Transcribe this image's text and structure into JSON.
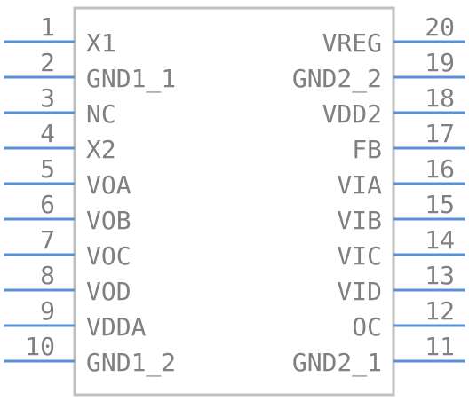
{
  "component": {
    "left_pins": [
      {
        "number": "1",
        "label": "X1"
      },
      {
        "number": "2",
        "label": "GND1_1"
      },
      {
        "number": "3",
        "label": "NC"
      },
      {
        "number": "4",
        "label": "X2"
      },
      {
        "number": "5",
        "label": "VOA"
      },
      {
        "number": "6",
        "label": "VOB"
      },
      {
        "number": "7",
        "label": "VOC"
      },
      {
        "number": "8",
        "label": "VOD"
      },
      {
        "number": "9",
        "label": "VDDA"
      },
      {
        "number": "10",
        "label": "GND1_2"
      }
    ],
    "right_pins": [
      {
        "number": "20",
        "label": "VREG"
      },
      {
        "number": "19",
        "label": "GND2_2"
      },
      {
        "number": "18",
        "label": "VDD2"
      },
      {
        "number": "17",
        "label": "FB"
      },
      {
        "number": "16",
        "label": "VIA"
      },
      {
        "number": "15",
        "label": "VIB"
      },
      {
        "number": "14",
        "label": "VIC"
      },
      {
        "number": "13",
        "label": "VID"
      },
      {
        "number": "12",
        "label": "OC"
      },
      {
        "number": "11",
        "label": "GND2_1"
      }
    ]
  },
  "colors": {
    "pin_line": "#5b8fd9",
    "body_outline": "#c0c0c0",
    "text": "#808080"
  }
}
